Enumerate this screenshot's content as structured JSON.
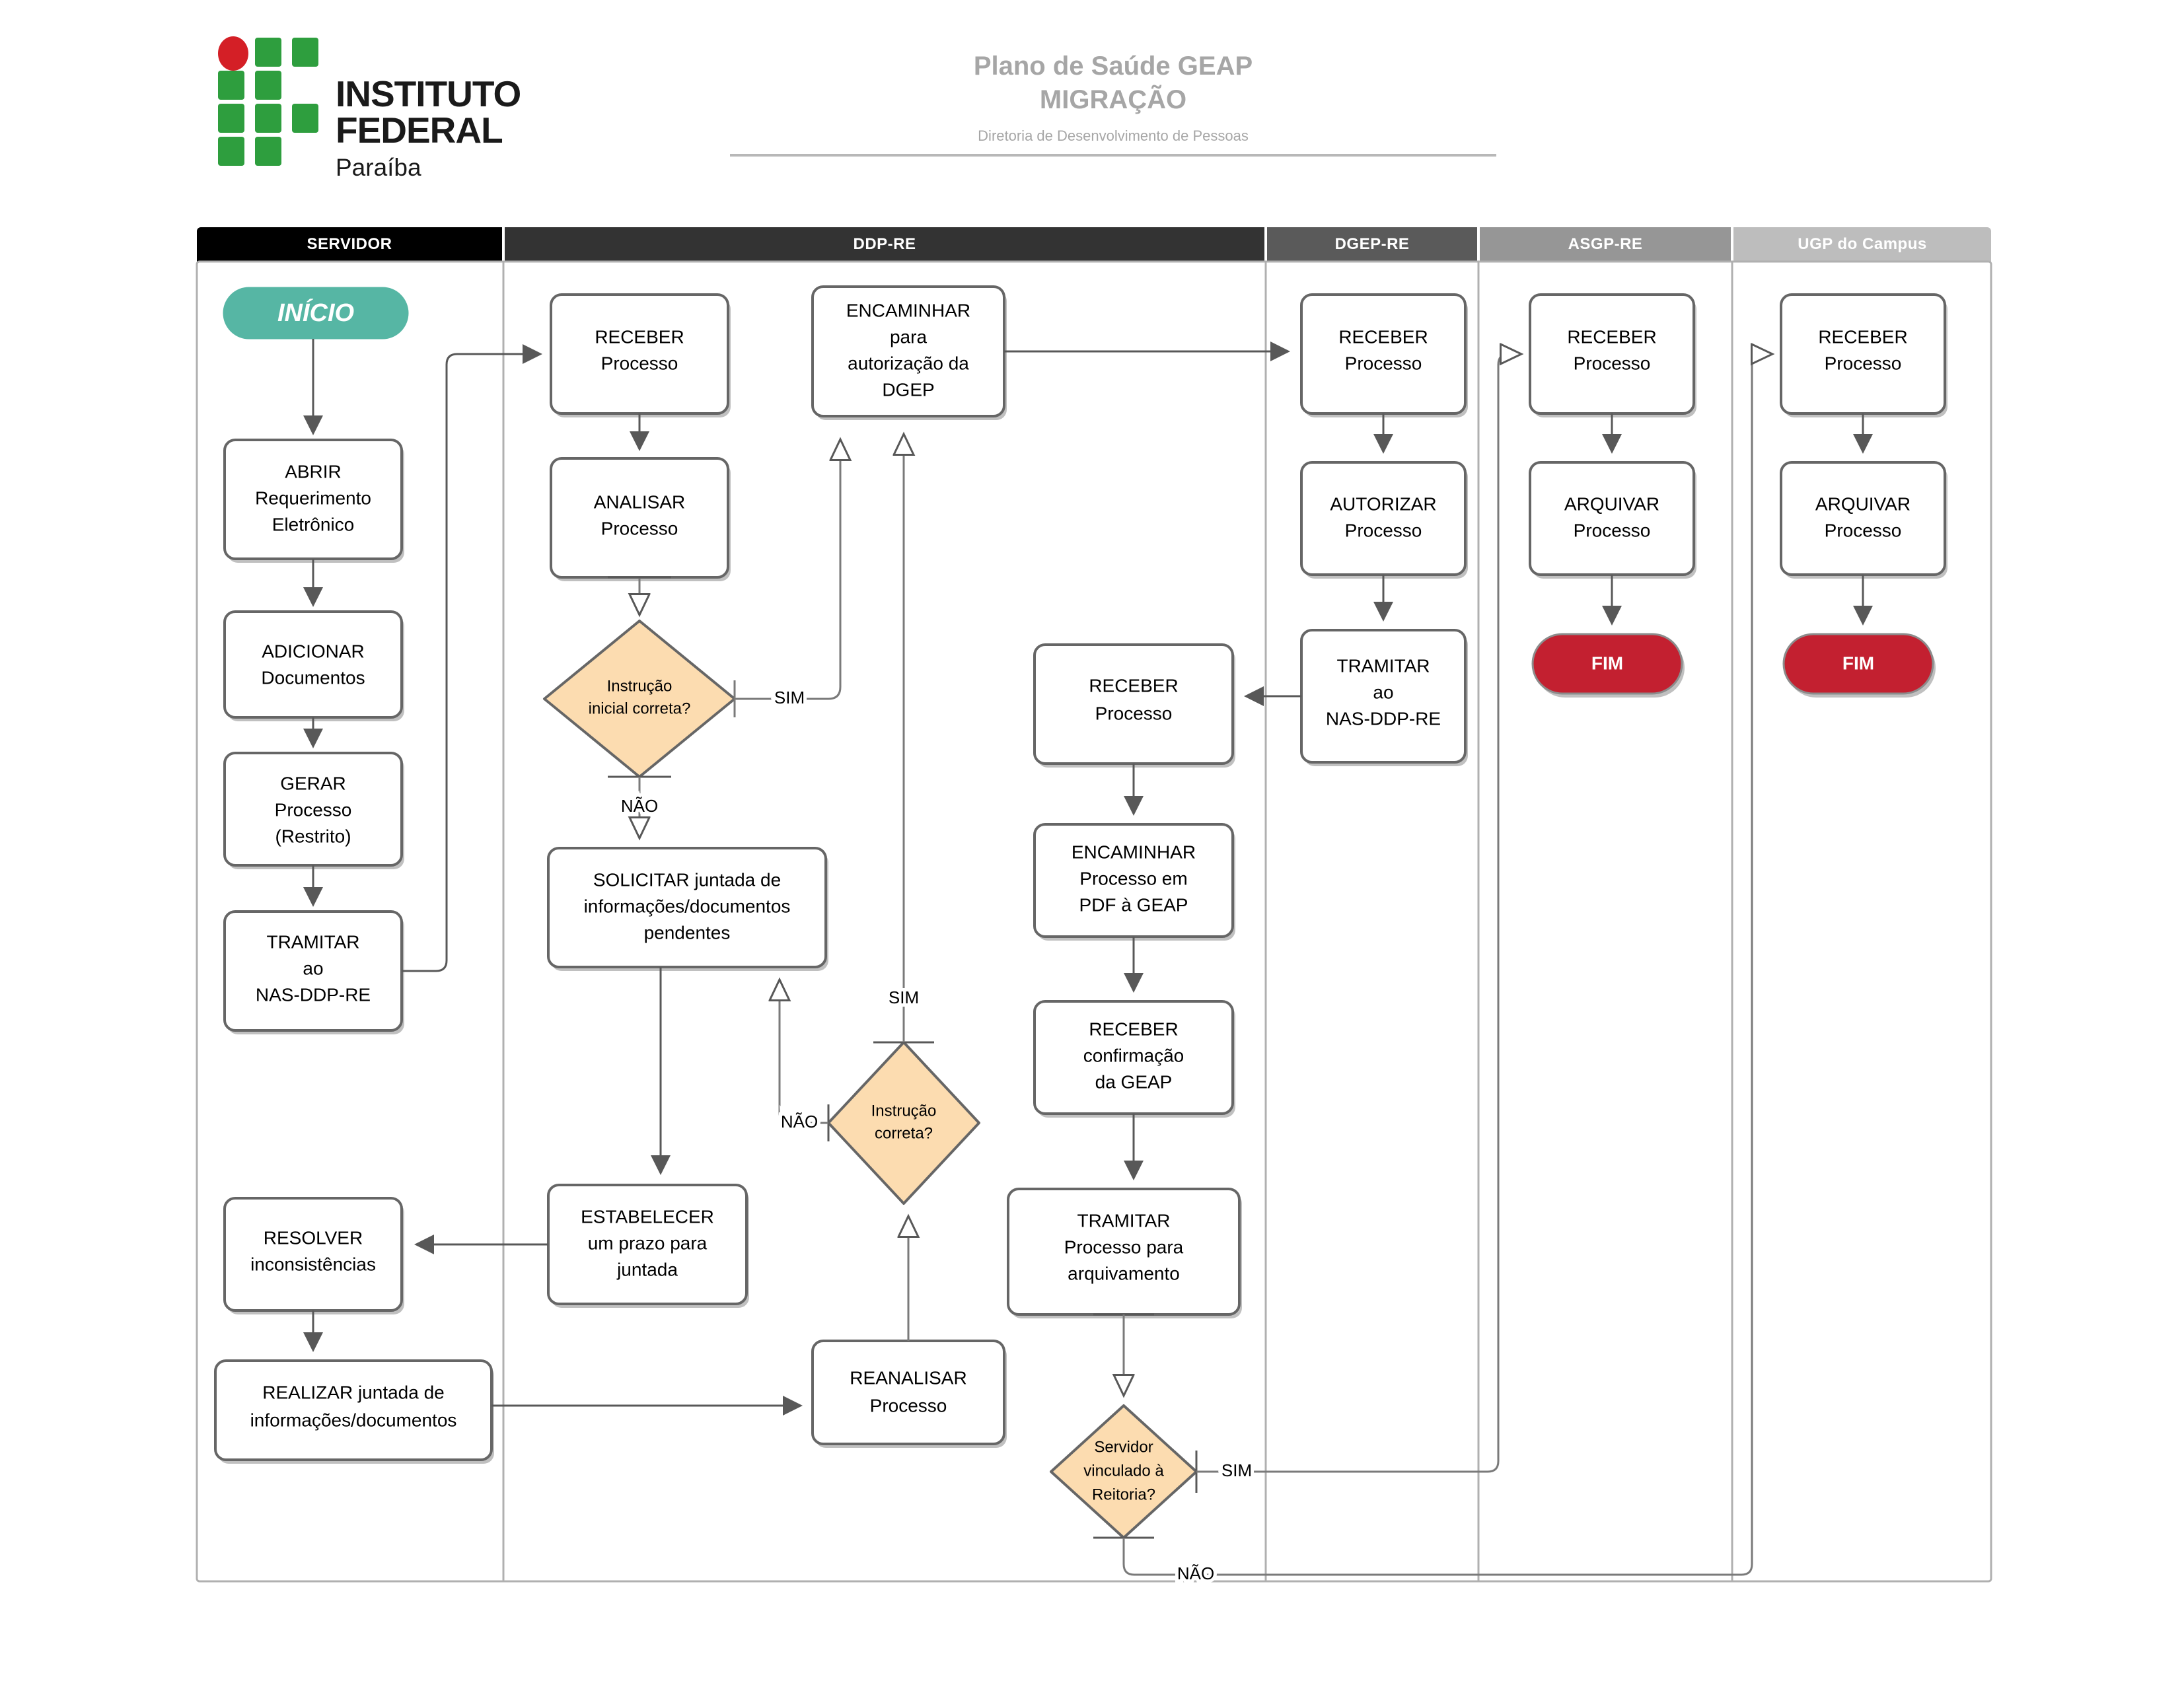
{
  "header": {
    "logo": {
      "institution": "INSTITUTO FEDERAL",
      "campus": "Paraíba"
    },
    "title_line1": "Plano de Saúde GEAP",
    "title_line2": "MIGRAÇÃO",
    "subtitle": "Diretoria de Desenvolvimento de Pessoas"
  },
  "lanes": [
    {
      "label": "SERVIDOR",
      "color": "#000000"
    },
    {
      "label": "DDP-RE",
      "color": "#333333"
    },
    {
      "label": "DGEP-RE",
      "color": "#5a5a5a"
    },
    {
      "label": "ASGP-RE",
      "color": "#969696"
    },
    {
      "label": "UGP do Campus",
      "color": "#bdbdbd"
    }
  ],
  "colors": {
    "start_fill": "#56b6a4",
    "end_fill": "#c32030",
    "decision_fill": "#fcdcb0",
    "node_stroke": "#666666",
    "title_gray": "#a6a6a6",
    "logo_green": "#2e9e3e",
    "logo_red": "#d41f26"
  },
  "nodes": {
    "start": "INÍCIO",
    "abrir": "ABRIR\nRequerimento\nEletrônico",
    "abrir_l1": "ABRIR",
    "abrir_l2": "Requerimento",
    "abrir_l3": "Eletrônico",
    "adicionar_l1": "ADICIONAR",
    "adicionar_l2": "Documentos",
    "gerar_l1": "GERAR",
    "gerar_l2": "Processo",
    "gerar_l3": "(Restrito)",
    "tramitar_nas_l1": "TRAMITAR",
    "tramitar_nas_l2": "ao",
    "tramitar_nas_l3": "NAS-DDP-RE",
    "resolver_l1": "RESOLVER",
    "resolver_l2": "inconsistências",
    "realizar_l1": "REALIZAR  juntada de",
    "realizar_l2": "informações/documentos",
    "receber_ddp_l1": "RECEBER",
    "receber_ddp_l2": "Processo",
    "analisar_l1": "ANALISAR",
    "analisar_l2": "Processo",
    "solicitar_l1": "SOLICITAR juntada de",
    "solicitar_l2": "informações/documentos",
    "solicitar_l3": "pendentes",
    "estabelecer_l1": "ESTABELECER",
    "estabelecer_l2": "um prazo para",
    "estabelecer_l3": "juntada",
    "encaminhar_dgep_l1": "ENCAMINHAR",
    "encaminhar_dgep_l2": "para",
    "encaminhar_dgep_l3": "autorização da",
    "encaminhar_dgep_l4": "DGEP",
    "reanalisar_l1": "REANALISAR",
    "reanalisar_l2": "Processo",
    "receber2_ddp_l1": "RECEBER",
    "receber2_ddp_l2": "Processo",
    "encaminhar_geap_l1": "ENCAMINHAR",
    "encaminhar_geap_l2": "Processo em",
    "encaminhar_geap_l3": "PDF à GEAP",
    "receber_conf_l1": "RECEBER",
    "receber_conf_l2": "confirmação",
    "receber_conf_l3": "da GEAP",
    "tramitar_arq_l1": "TRAMITAR",
    "tramitar_arq_l2": "Processo para",
    "tramitar_arq_l3": "arquivamento",
    "receber_dgep_l1": "RECEBER",
    "receber_dgep_l2": "Processo",
    "autorizar_l1": "AUTORIZAR",
    "autorizar_l2": "Processo",
    "tramitar_dgep_l1": "TRAMITAR",
    "tramitar_dgep_l2": "ao",
    "tramitar_dgep_l3": "NAS-DDP-RE",
    "receber_asgp_l1": "RECEBER",
    "receber_asgp_l2": "Processo",
    "arquivar_asgp_l1": "ARQUIVAR",
    "arquivar_asgp_l2": "Processo",
    "fim_asgp": "FIM",
    "receber_ugp_l1": "RECEBER",
    "receber_ugp_l2": "Processo",
    "arquivar_ugp_l1": "ARQUIVAR",
    "arquivar_ugp_l2": "Processo",
    "fim_ugp": "FIM"
  },
  "decisions": {
    "d1_l1": "Instrução",
    "d1_l2": "inicial correta?",
    "d2_l1": "Instrução",
    "d2_l2": "correta?",
    "d3_l1": "Servidor",
    "d3_l2": "vinculado à",
    "d3_l3": "Reitoria?"
  },
  "edge_labels": {
    "sim_1": "SIM",
    "nao_1": "NÃO",
    "sim_2": "SIM",
    "nao_2": "NÃO",
    "sim_3": "SIM",
    "nao_3": "NÃO"
  }
}
